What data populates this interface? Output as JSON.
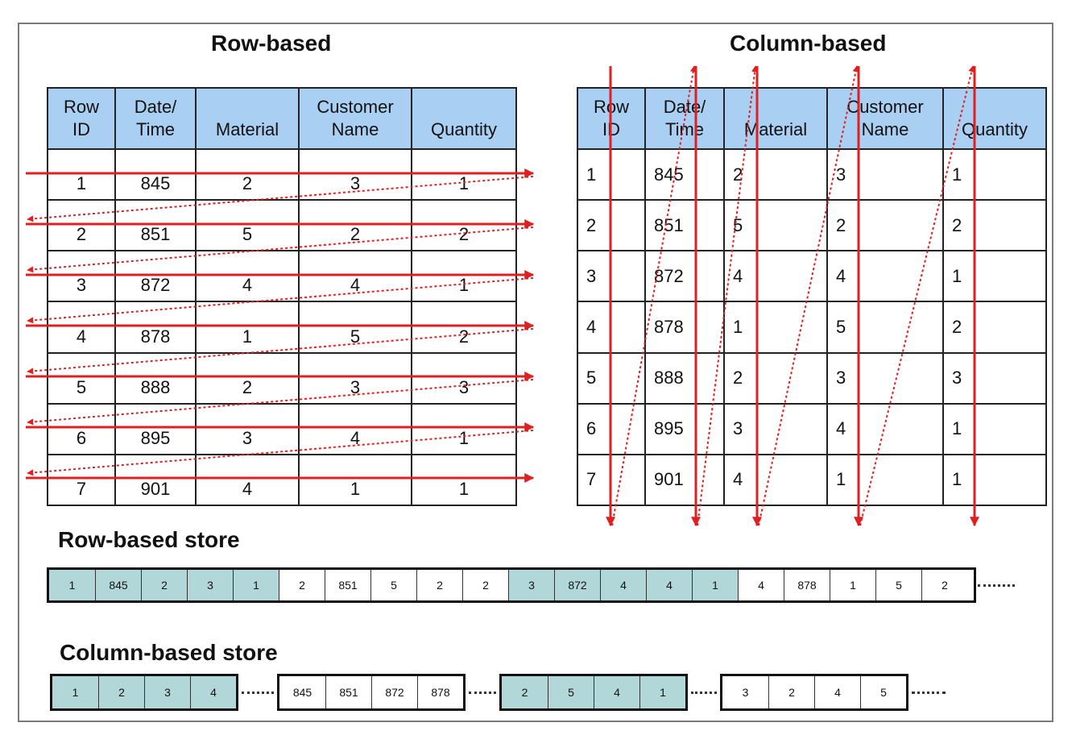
{
  "row_title": "Row-based",
  "col_title": "Column-based",
  "headers": [
    {
      "line1": "Row",
      "line2": "ID"
    },
    {
      "line1": "Date/",
      "line2": "Time"
    },
    {
      "line1": "",
      "line2": "Material"
    },
    {
      "line1": "Customer",
      "line2": "Name"
    },
    {
      "line1": "",
      "line2": "Quantity"
    }
  ],
  "rows": [
    [
      "1",
      "845",
      "2",
      "3",
      "1"
    ],
    [
      "2",
      "851",
      "5",
      "2",
      "2"
    ],
    [
      "3",
      "872",
      "4",
      "4",
      "1"
    ],
    [
      "4",
      "878",
      "1",
      "5",
      "2"
    ],
    [
      "5",
      "888",
      "2",
      "3",
      "3"
    ],
    [
      "6",
      "895",
      "3",
      "4",
      "1"
    ],
    [
      "7",
      "901",
      "4",
      "1",
      "1"
    ]
  ],
  "row_store": {
    "title": "Row-based store",
    "cells": [
      "1",
      "845",
      "2",
      "3",
      "1",
      "2",
      "851",
      "5",
      "2",
      "2",
      "3",
      "872",
      "4",
      "4",
      "1",
      "4",
      "878",
      "1",
      "5",
      "2"
    ],
    "shaded": [
      true,
      true,
      true,
      true,
      true,
      false,
      false,
      false,
      false,
      false,
      true,
      true,
      true,
      true,
      true,
      false,
      false,
      false,
      false,
      false
    ]
  },
  "col_store": {
    "title": "Column-based store",
    "groups": [
      {
        "cells": [
          "1",
          "2",
          "3",
          "4"
        ],
        "shaded": true
      },
      {
        "cells": [
          "845",
          "851",
          "872",
          "878"
        ],
        "shaded": false
      },
      {
        "cells": [
          "2",
          "5",
          "4",
          "1"
        ],
        "shaded": true
      },
      {
        "cells": [
          "3",
          "2",
          "4",
          "5"
        ],
        "shaded": false
      }
    ]
  },
  "colors": {
    "header_fill": "#a9cff2",
    "store_shade": "#b2d7d9",
    "arrow": "#e02020",
    "border": "#222222"
  }
}
